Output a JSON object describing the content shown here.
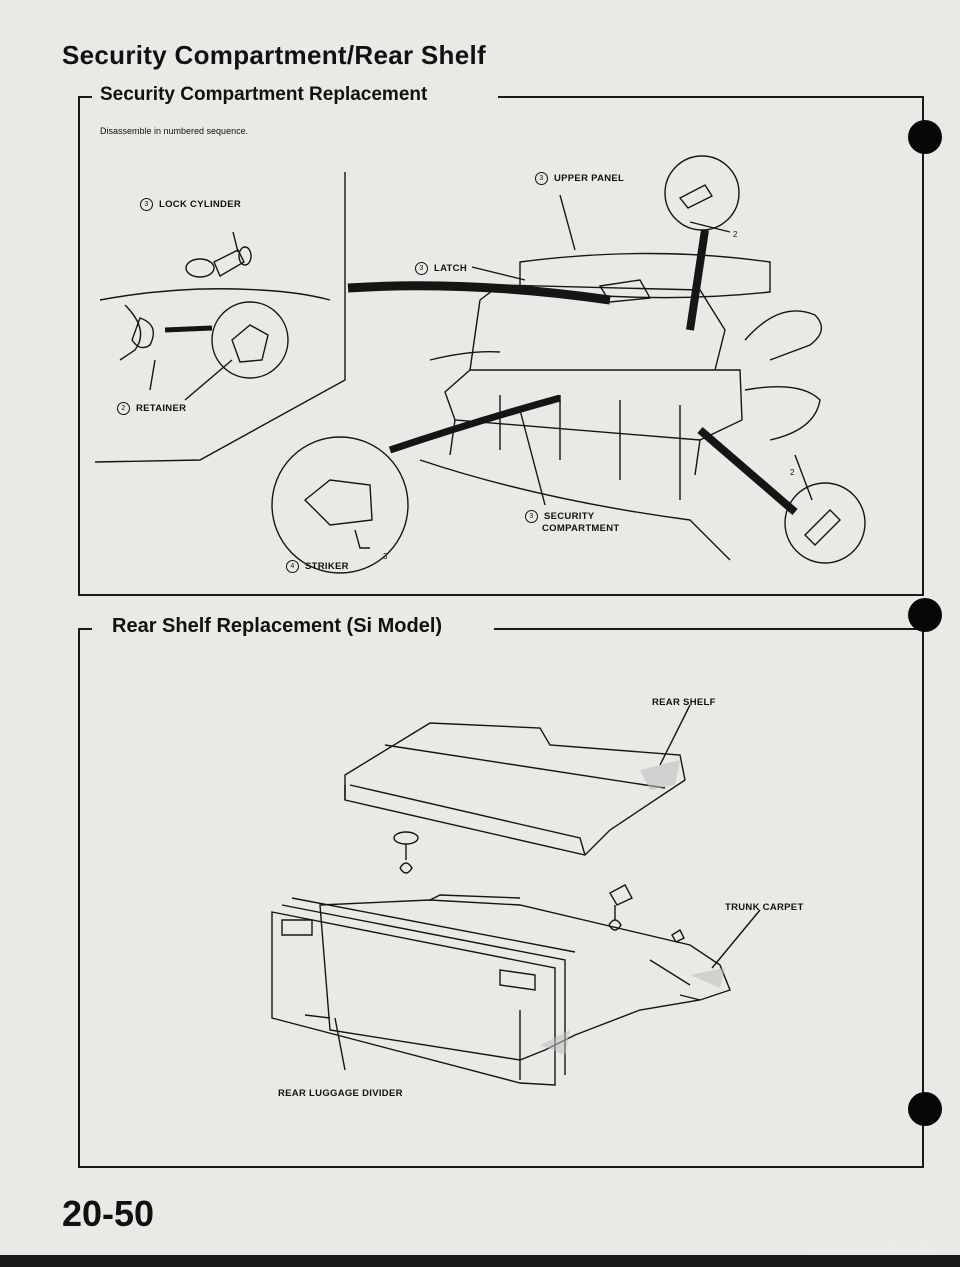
{
  "title": "Security Compartment/Rear Shelf",
  "section1": {
    "title": "Security Compartment Replacement",
    "instruction": "Disassemble in numbered sequence.",
    "labels": {
      "lock_cylinder": "LOCK CYLINDER",
      "lock_cylinder_num": "3",
      "upper_panel": "UPPER PANEL",
      "upper_panel_num": "3",
      "latch": "LATCH",
      "latch_num": "3",
      "retainer": "RETAINER",
      "retainer_num": "2",
      "security_compartment_line1": "SECURITY",
      "security_compartment_line2": "COMPARTMENT",
      "security_compartment_num": "3",
      "striker": "STRIKER",
      "striker_num": "4",
      "callout_3": "3",
      "callout_2a": "2",
      "callout_2b": "2"
    }
  },
  "section2": {
    "title": "Rear Shelf Replacement (Si Model)",
    "labels": {
      "rear_shelf": "REAR SHELF",
      "trunk_carpet": "TRUNK CARPET",
      "rear_luggage_divider": "REAR LUGGAGE DIVIDER"
    }
  },
  "page_number": "20-50",
  "watermark": "carmanualsonline.info"
}
